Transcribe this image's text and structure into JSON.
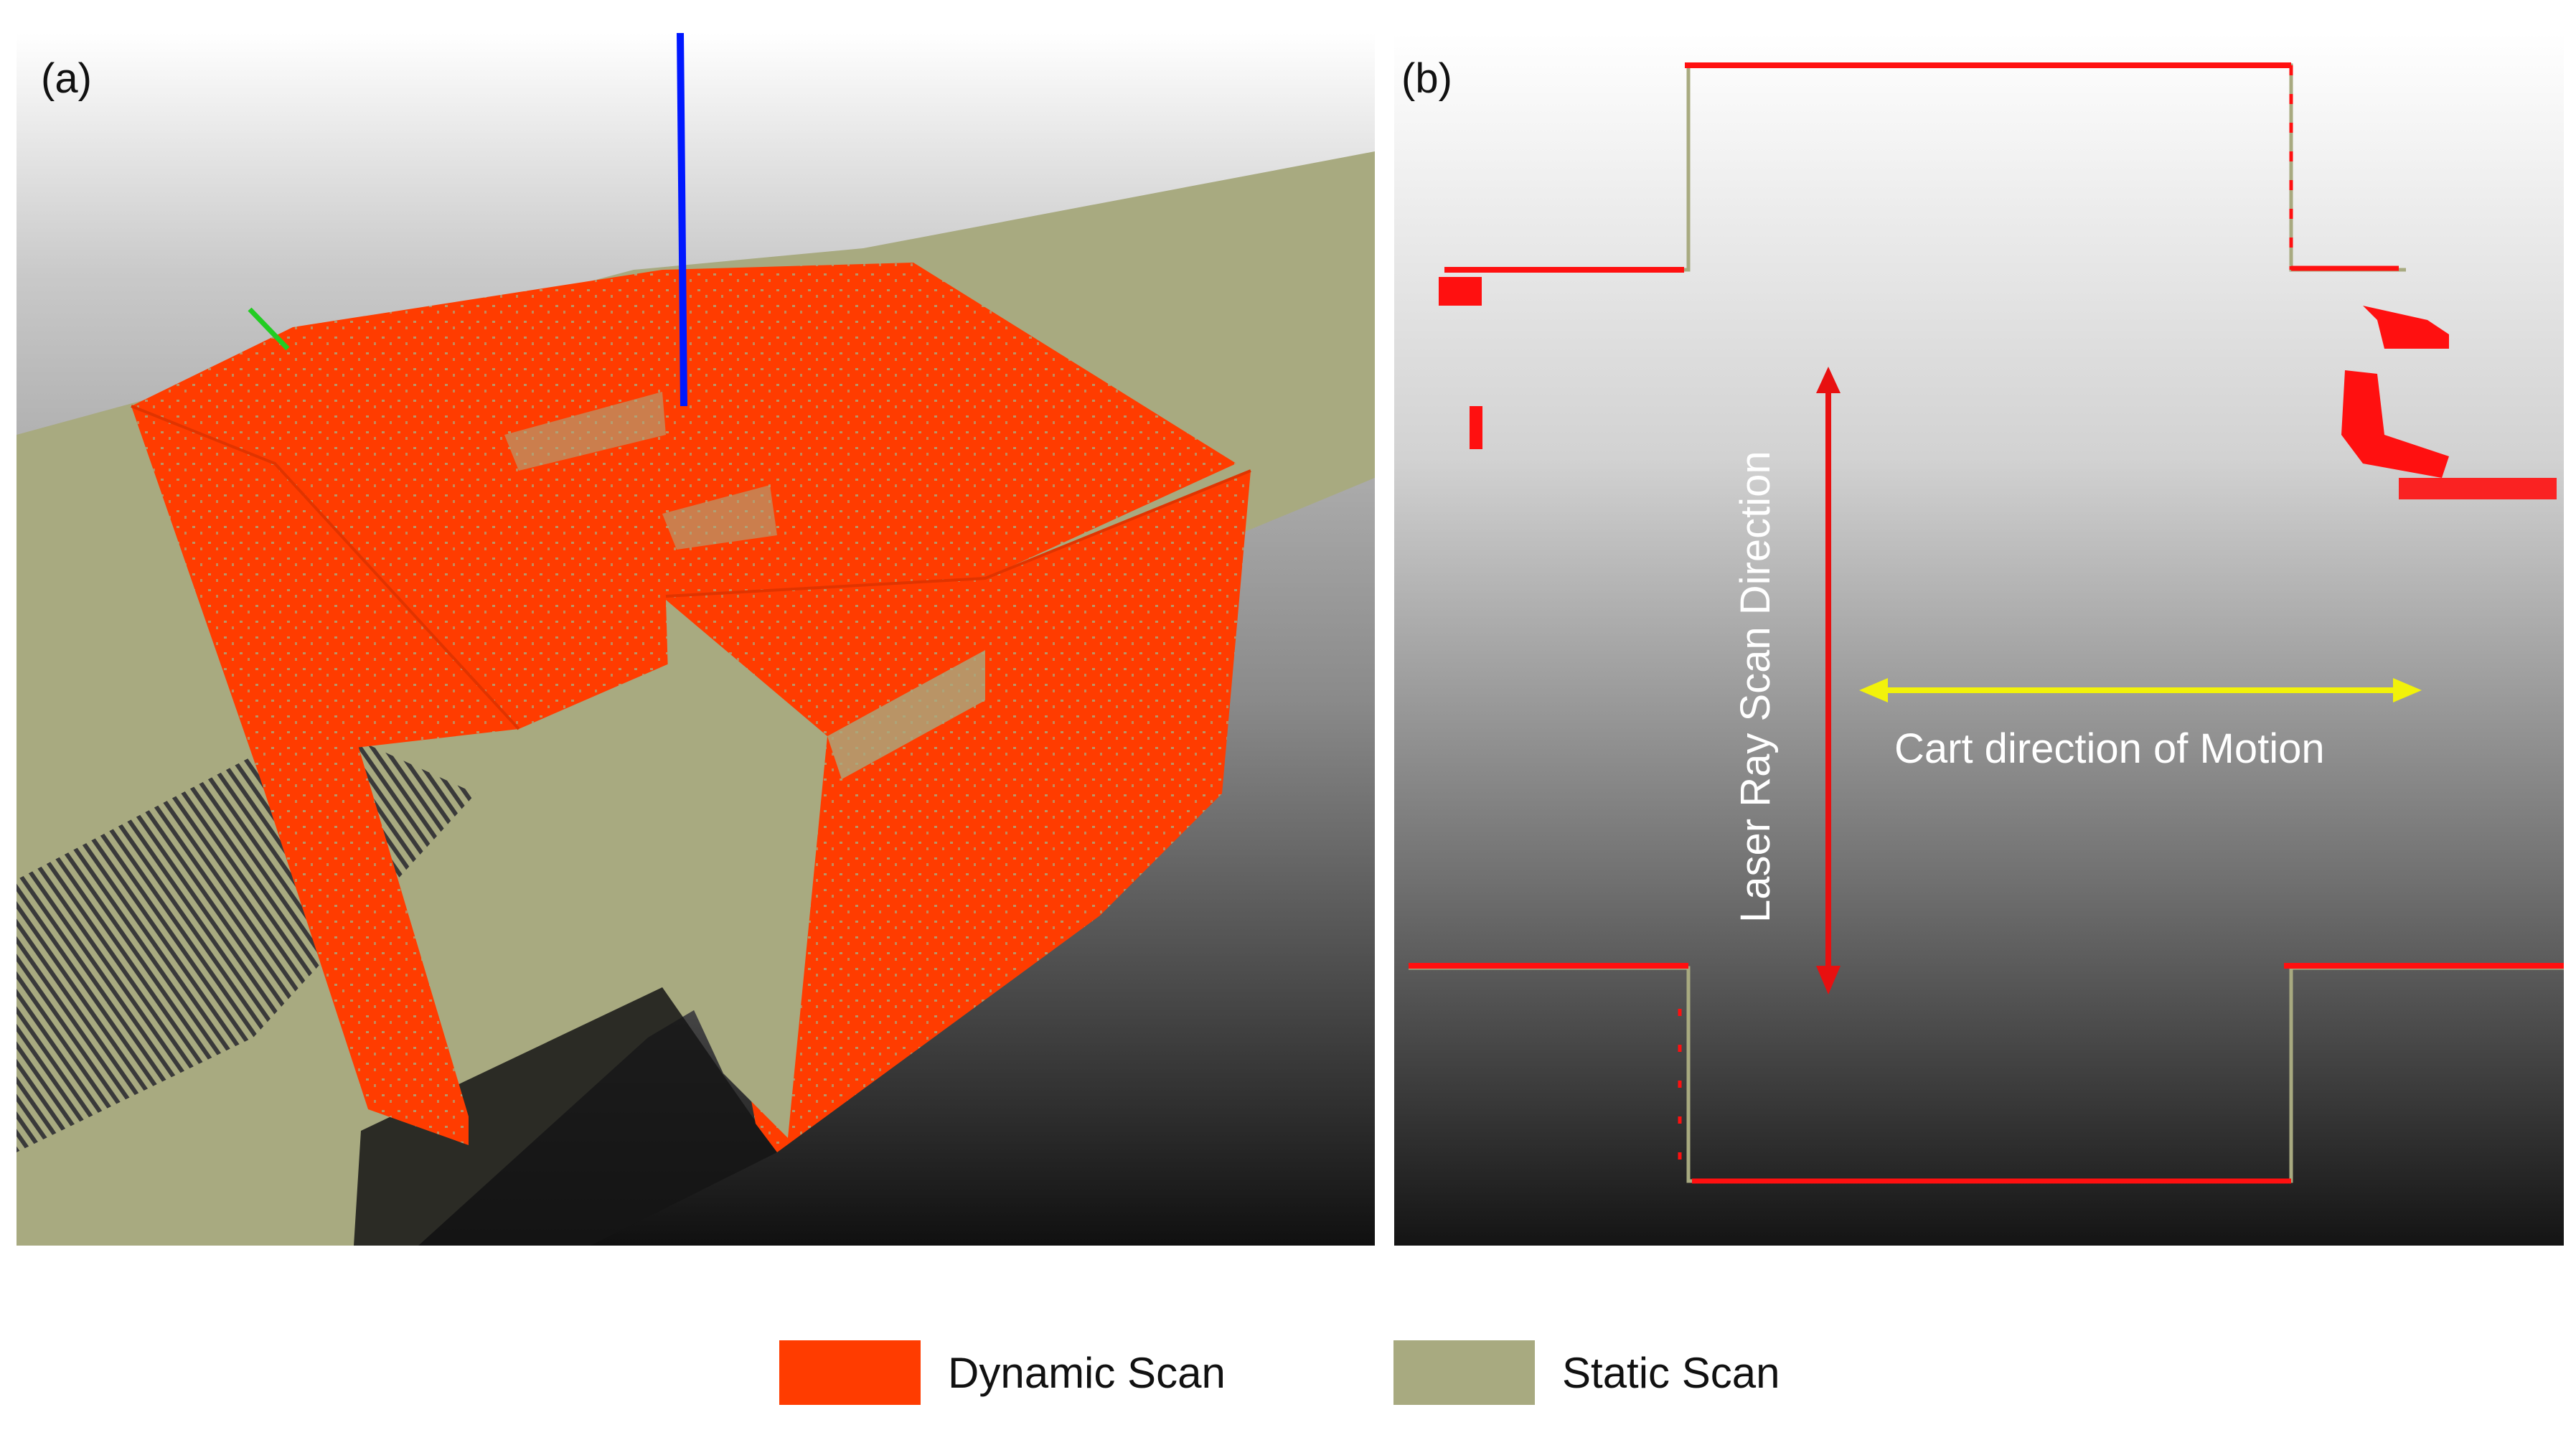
{
  "figure": {
    "panels": [
      {
        "id": "a",
        "label": "(a)"
      },
      {
        "id": "b",
        "label": "(b)"
      }
    ],
    "annotations": {
      "laser_direction": "Laser Ray Scan Direction",
      "cart_direction": "Cart direction of Motion"
    },
    "legend": [
      {
        "label": "Dynamic Scan",
        "color": "#ff3c00"
      },
      {
        "label": "Static Scan",
        "color": "#a8aa80"
      }
    ],
    "colors": {
      "dynamic": "#ff3c00",
      "static": "#a8aa80",
      "axis_blue": "#0018ff",
      "axis_green": "#22cc22",
      "laser_arrow": "#e81010",
      "cart_arrow": "#f2f20a"
    }
  }
}
